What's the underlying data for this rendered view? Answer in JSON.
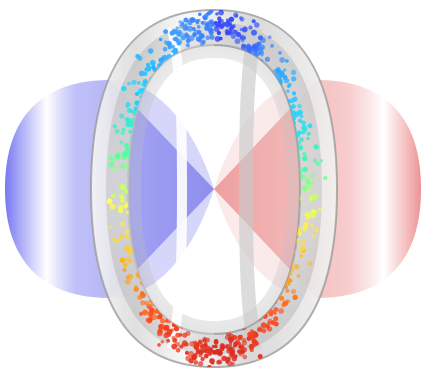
{
  "scene": {
    "left_cone_color": "#6f6fe6",
    "right_cone_color": "#ef8a8a",
    "torus_color": "#d7d7d7",
    "point_gradient": [
      "#1a1aff",
      "#1e90ff",
      "#00d2ff",
      "#33ff99",
      "#ffff33",
      "#ffb000",
      "#ff3300",
      "#cc0000"
    ],
    "icons": {
      "left_cone": "blue-cone",
      "right_cone": "red-cone",
      "torus": "gray-torus",
      "point_cloud": "colored-point-cloud"
    }
  }
}
